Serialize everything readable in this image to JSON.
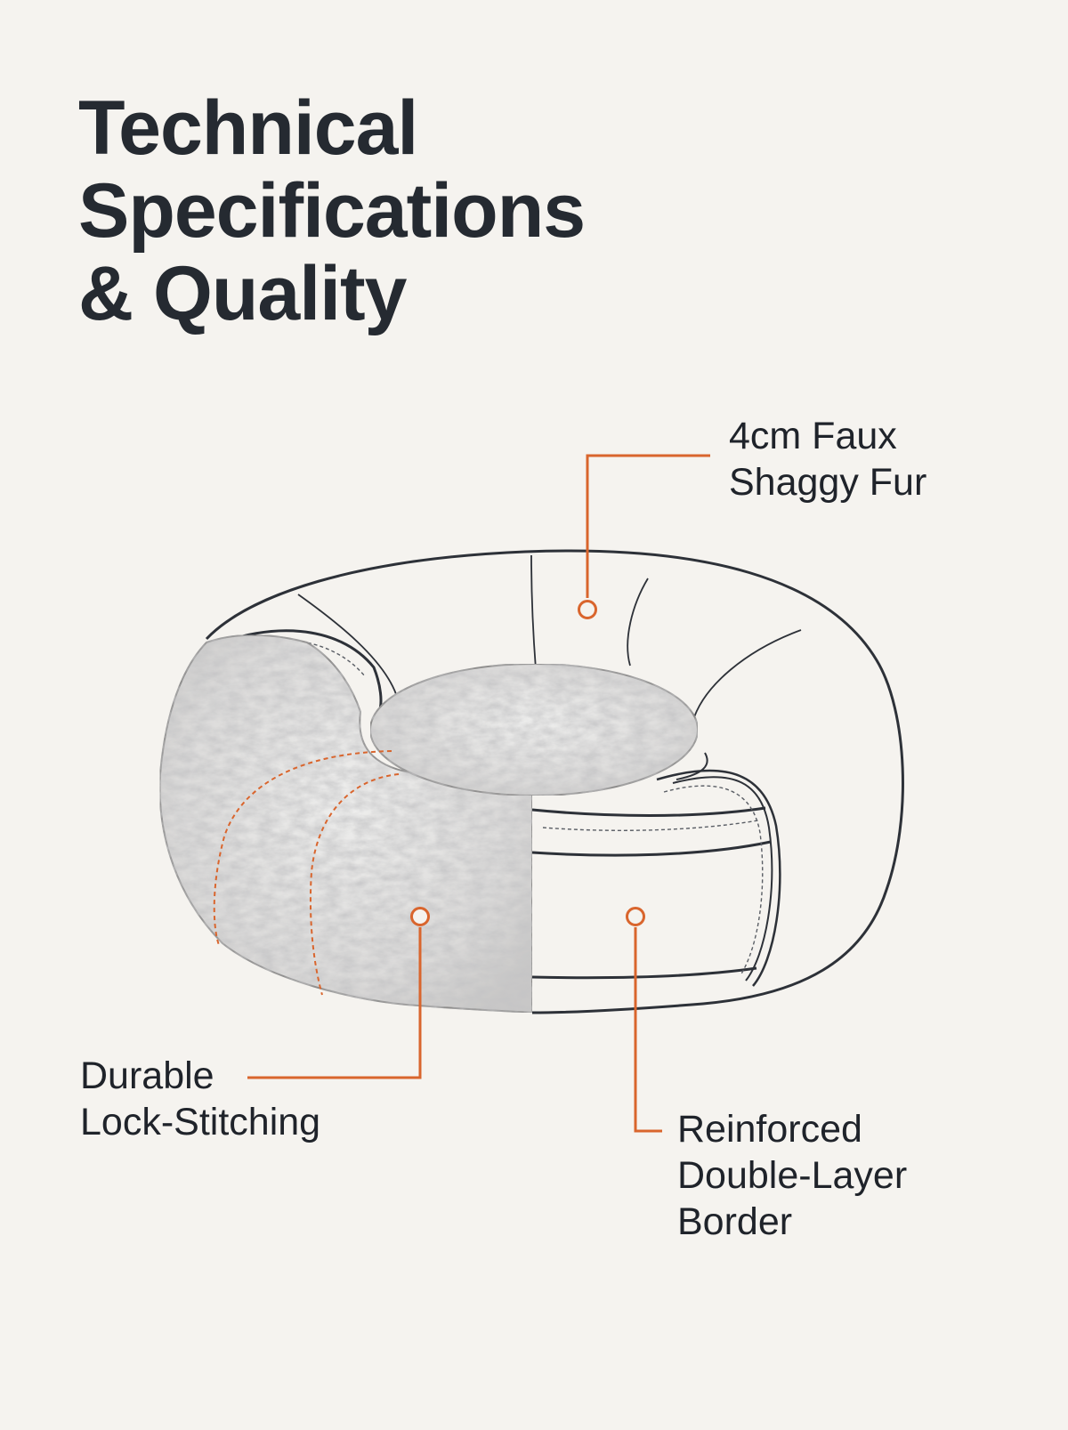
{
  "heading": {
    "line1": "Technical",
    "line2": "Specifications",
    "line3": "& Quality"
  },
  "callouts": {
    "fur": {
      "line1": "4cm Faux",
      "line2": "Shaggy Fur"
    },
    "stitching": {
      "line1": "Durable",
      "line2": "Lock-Stitching"
    },
    "border": {
      "line1": "Reinforced",
      "line2": "Double-Layer",
      "line3": "Border"
    }
  },
  "colors": {
    "background": "#f5f3ef",
    "text": "#252a31",
    "outline": "#2d3138",
    "accent": "#d9652d",
    "fur": "#dedcda"
  }
}
